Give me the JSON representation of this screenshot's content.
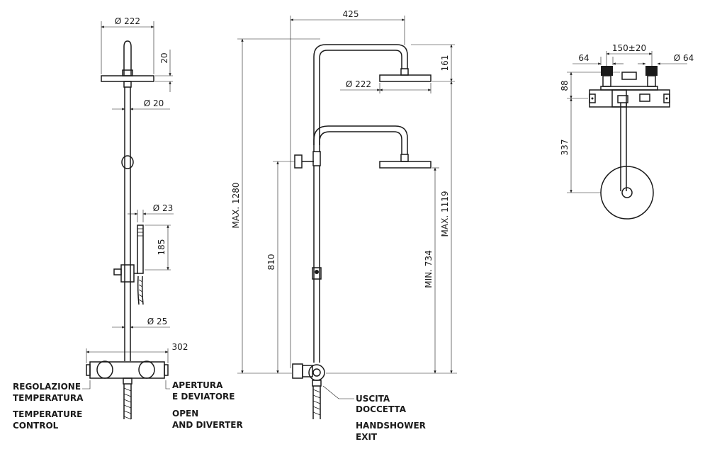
{
  "front_view": {
    "head_diameter": "Ø 222",
    "head_thickness": "20",
    "pipe_diameter": "Ø 20",
    "handshower_diameter": "Ø 23",
    "handshower_length": "185",
    "bar_diameter": "Ø 25",
    "mixer_width": "302",
    "label_left_it_1": "REGOLAZIONE",
    "label_left_it_2": "TEMPERATURA",
    "label_left_en_1": "TEMPERATURE",
    "label_left_en_2": "CONTROL",
    "label_right_it_1": "APERTURA",
    "label_right_it_2": "E DEVIATORE",
    "label_right_en_1": "OPEN",
    "label_right_en_2": "AND DIVERTER"
  },
  "side_view": {
    "arm_reach": "425",
    "head_drop": "161",
    "head_diameter": "Ø 222",
    "max_total_height": "MAX. 1280",
    "bracket_height": "810",
    "min_head_height": "MIN. 734",
    "max_head_height": "MAX. 1119",
    "label_exit_it_1": "USCITA",
    "label_exit_it_2": "DOCCETTA",
    "label_exit_en_1": "HANDSHOWER",
    "label_exit_en_2": "EXIT"
  },
  "top_view": {
    "inlet_width": "64",
    "inlet_centers": "150±20",
    "inlet_diameter": "Ø 64",
    "mixer_depth": "88",
    "arm_projection": "337"
  }
}
